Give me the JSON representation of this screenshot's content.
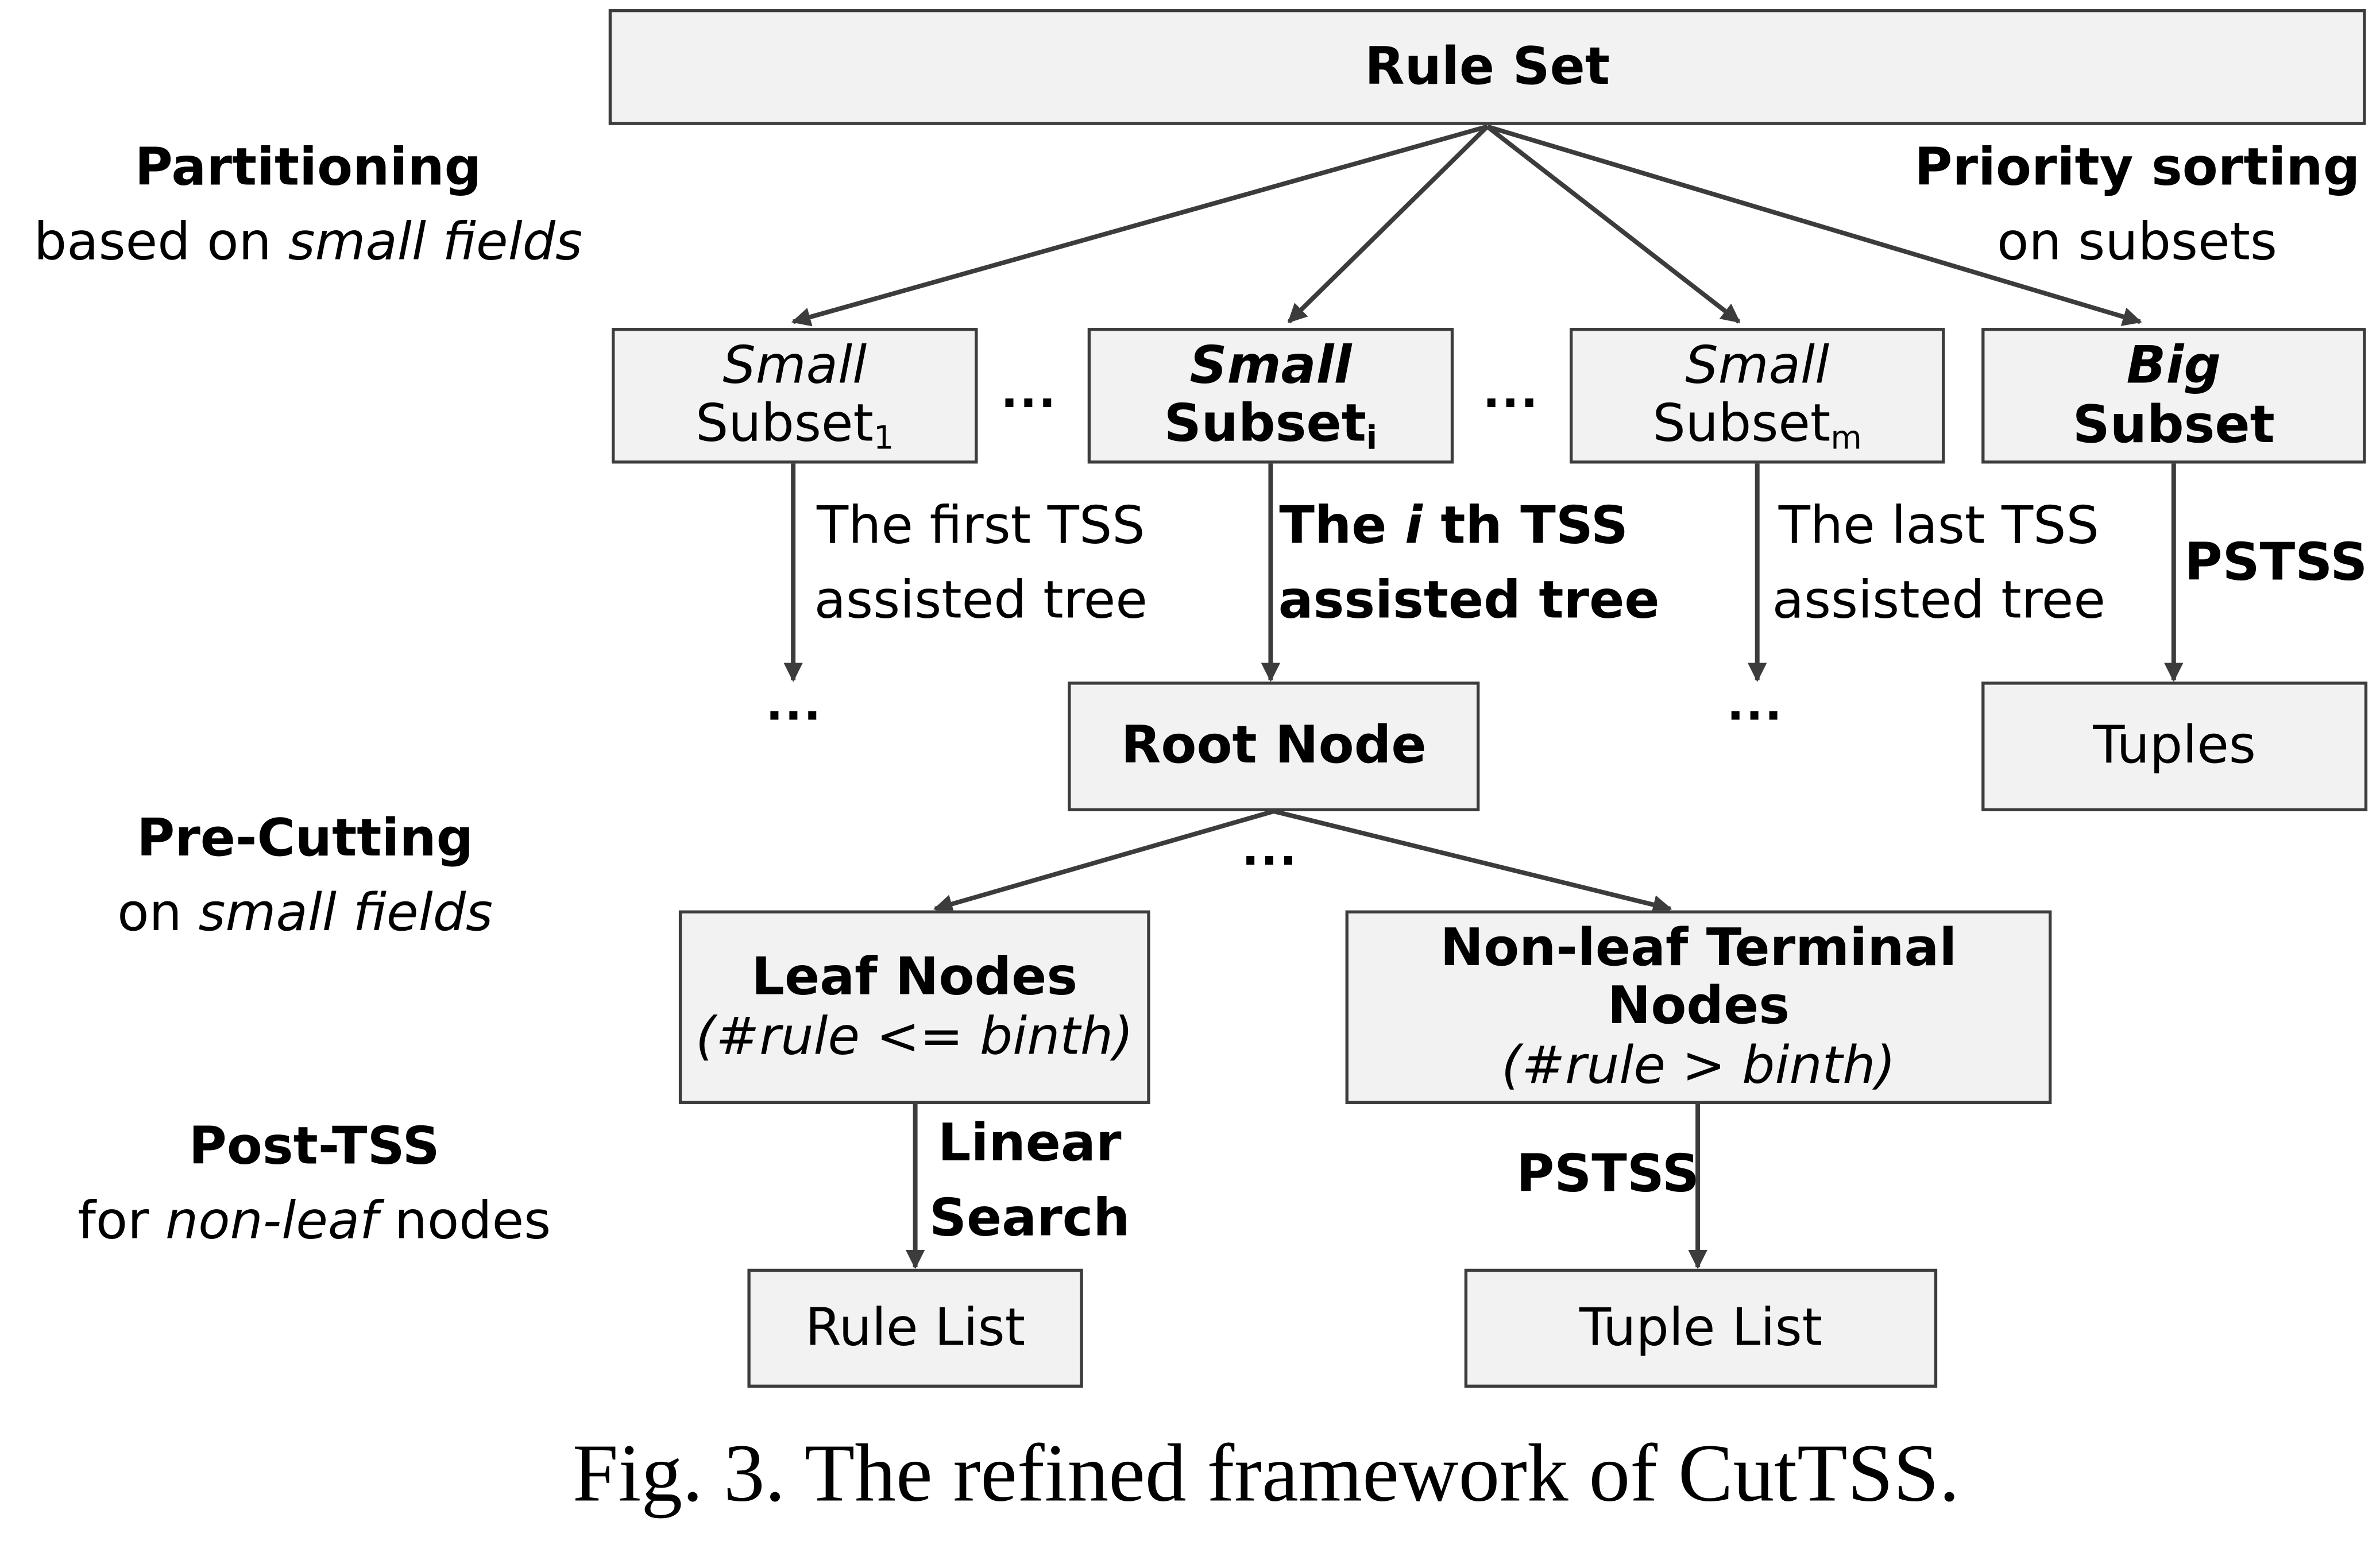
{
  "nodes": {
    "rule_set": "Rule Set",
    "small_subset_1": {
      "line1": "Small",
      "line2": "Subset",
      "sub": "1"
    },
    "small_subset_i": {
      "line1": "Small",
      "line2": "Subset",
      "sub": "i"
    },
    "small_subset_m": {
      "line1": "Small",
      "line2": "Subset",
      "sub": "m"
    },
    "big_subset": {
      "line1": "Big",
      "line2": "Subset"
    },
    "root_node": "Root Node",
    "tuples": "Tuples",
    "leaf_nodes": {
      "title": "Leaf Nodes",
      "condition": "(#rule <= binth)"
    },
    "nonleaf_nodes": {
      "title": "Non-leaf Terminal Nodes",
      "condition": "(#rule > binth)"
    },
    "rule_list": "Rule List",
    "tuple_list": "Tuple List"
  },
  "stage_labels": {
    "partitioning": {
      "title": "Partitioning",
      "prefix": "based on ",
      "emph": "small fields"
    },
    "priority_sorting": {
      "title": "Priority sorting",
      "line2": "on subsets"
    },
    "pre_cutting": {
      "title": "Pre-Cutting",
      "prefix": "on ",
      "emph": "small fields"
    },
    "post_tss": {
      "title": "Post-TSS",
      "prefix": "for ",
      "emph": "non-leaf",
      "suffix": " nodes"
    }
  },
  "edge_labels": {
    "first_tss": {
      "line1": "The first TSS",
      "line2": "assisted tree"
    },
    "ith_tss": {
      "part1": "The ",
      "emph": "i",
      "part2": " th TSS",
      "line2": "assisted tree"
    },
    "last_tss": {
      "line1": "The last TSS",
      "line2": "assisted tree"
    },
    "pstss_big": "PSTSS",
    "linear_search": {
      "line1": "Linear",
      "line2": "Search"
    },
    "pstss_nonleaf": "PSTSS"
  },
  "ellipses": {
    "between_1_i": "...",
    "between_i_m": "...",
    "below_subset_1": "...",
    "below_subset_m": "...",
    "below_root": "..."
  },
  "caption": "Fig. 3. The refined framework of CutTSS.",
  "colors": {
    "box_fill": "#f2f2f2",
    "box_border": "#3c3c3c",
    "arrow": "#3c3c3c"
  }
}
